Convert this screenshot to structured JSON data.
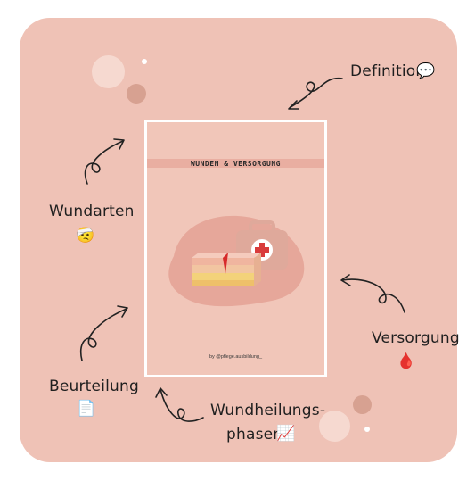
{
  "document": {
    "title": "WUNDEN & VERSORGUNG",
    "credit": "by @pflege.ausbildung_"
  },
  "labels": {
    "definition": "Definition",
    "wundarten": "Wundarten",
    "versorgung": "Versorgung",
    "beurteilung": "Beurteilung",
    "wundheilung_line1": "Wundheilungs-",
    "wundheilung_line2": "phasen"
  },
  "emojis": {
    "definition": "💬",
    "wundarten": "🤕",
    "versorgung": "🩸",
    "beurteilung": "📄",
    "wundheilung": "📈"
  },
  "colors": {
    "card_background": "#efc2b6",
    "document_background": "#f1c6b9",
    "accent": "#c9897f"
  }
}
